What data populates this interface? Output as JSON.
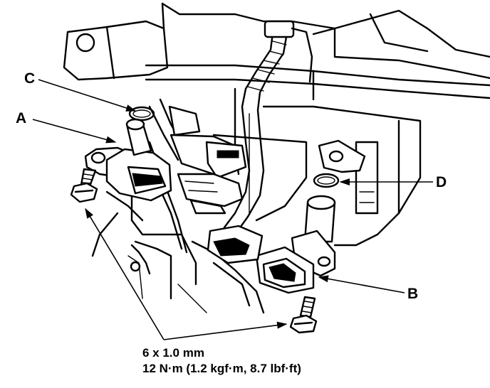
{
  "callouts": {
    "a": "A",
    "b": "B",
    "c": "C",
    "d": "D"
  },
  "torque_spec": {
    "bolt_size": "6 x 1.0 mm",
    "torque": "12 N·m (1.2 kgf·m, 8.7 lbf·ft)"
  },
  "icons": [
    "crankshaft-position-sensor-a",
    "camshaft-position-sensor-b",
    "o-ring-c",
    "o-ring-d",
    "mounting-bolt"
  ]
}
